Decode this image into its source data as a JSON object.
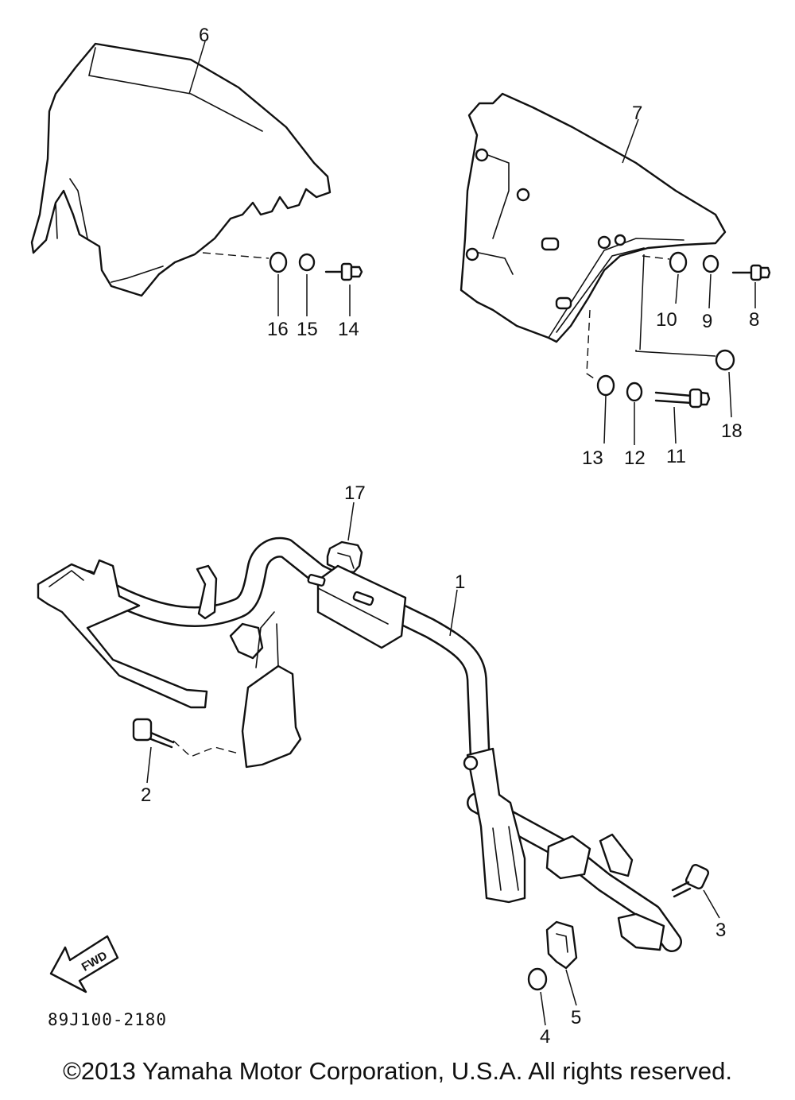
{
  "diagram": {
    "callouts": [
      "1",
      "2",
      "3",
      "4",
      "5",
      "6",
      "7",
      "8",
      "9",
      "10",
      "11",
      "12",
      "13",
      "14",
      "15",
      "16",
      "17",
      "18"
    ],
    "diagram_code": "89J100-2180",
    "fwd_label": "FWD"
  },
  "footer": {
    "copyright": "©2013 Yamaha Motor Corporation, U.S.A. All rights reserved."
  }
}
